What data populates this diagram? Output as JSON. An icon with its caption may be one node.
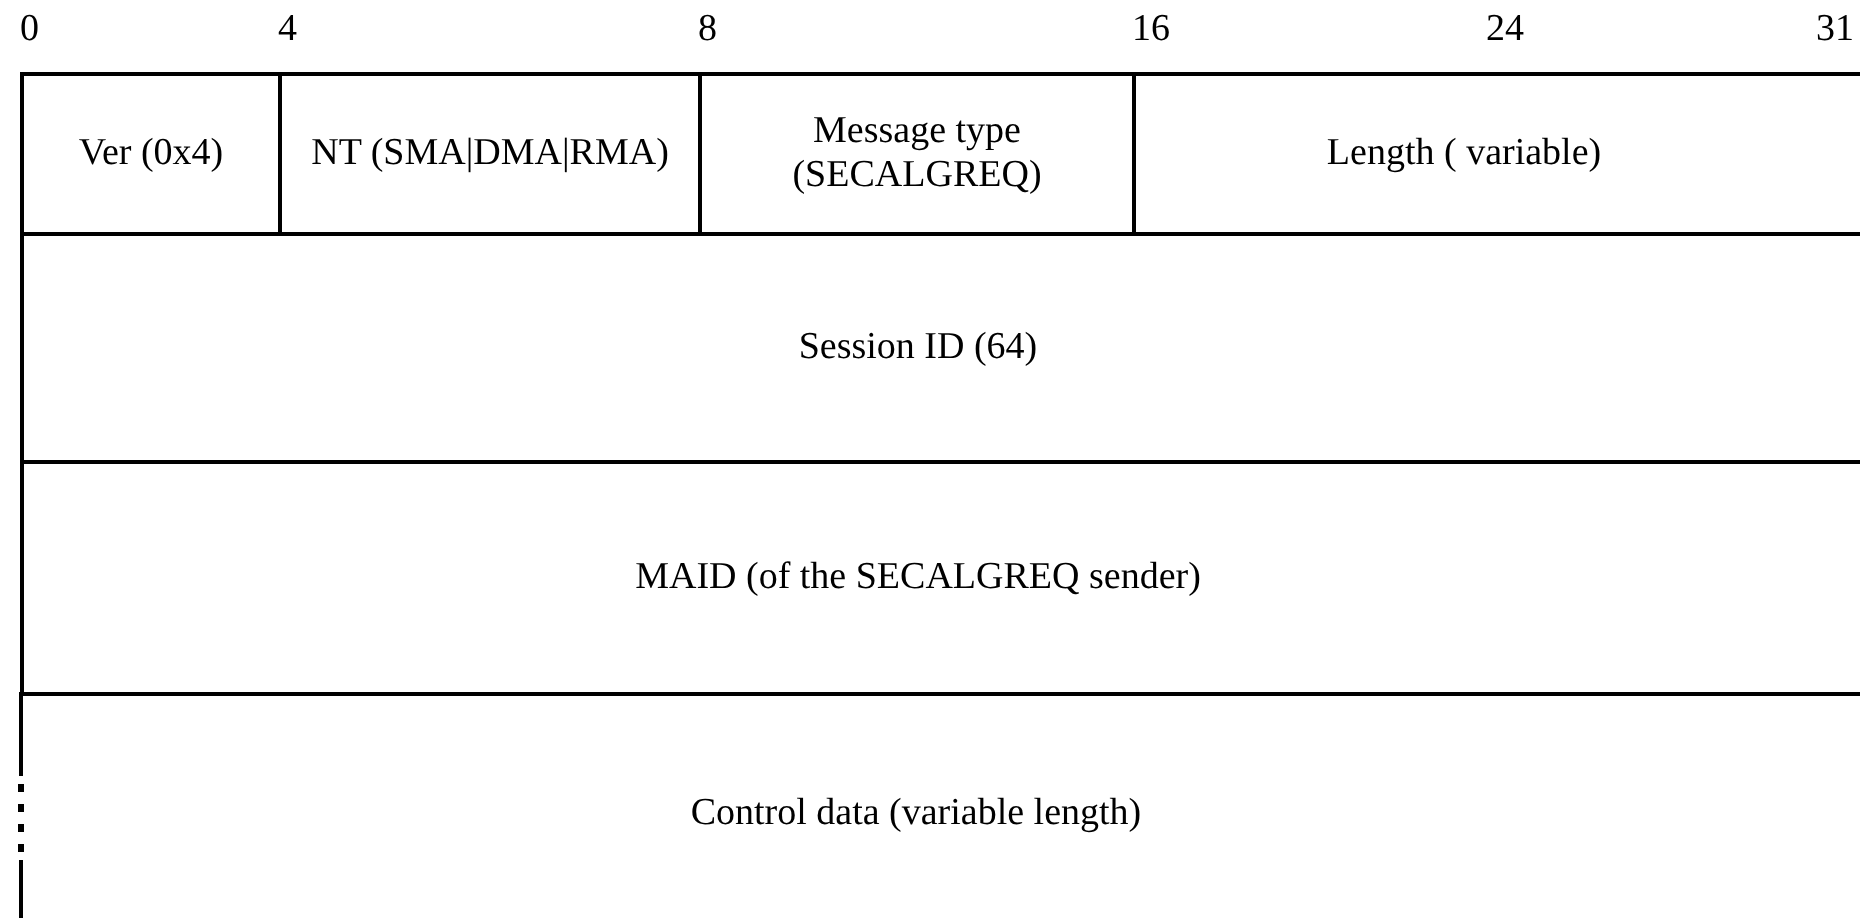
{
  "diagram": {
    "nodes": [
      {
        "text": [
          "Ver (0x4)"
        ]
      },
      {
        "text": [
          "NT (SMA|DMA|RMA)"
        ]
      },
      {
        "text": [
          "Message type (SECALGREQ)"
        ]
      },
      {
        "text": [
          "Length ( variable)"
        ]
      },
      {
        "text": [
          "Session ID (64)"
        ]
      },
      {
        "text": [
          "MAID (of the SECALGREQ sender)"
        ]
      },
      {
        "text": [
          "Control data (variable length)"
        ]
      }
    ],
    "labels": [
      "0",
      "4",
      "8",
      "16",
      "24",
      "31"
    ]
  }
}
